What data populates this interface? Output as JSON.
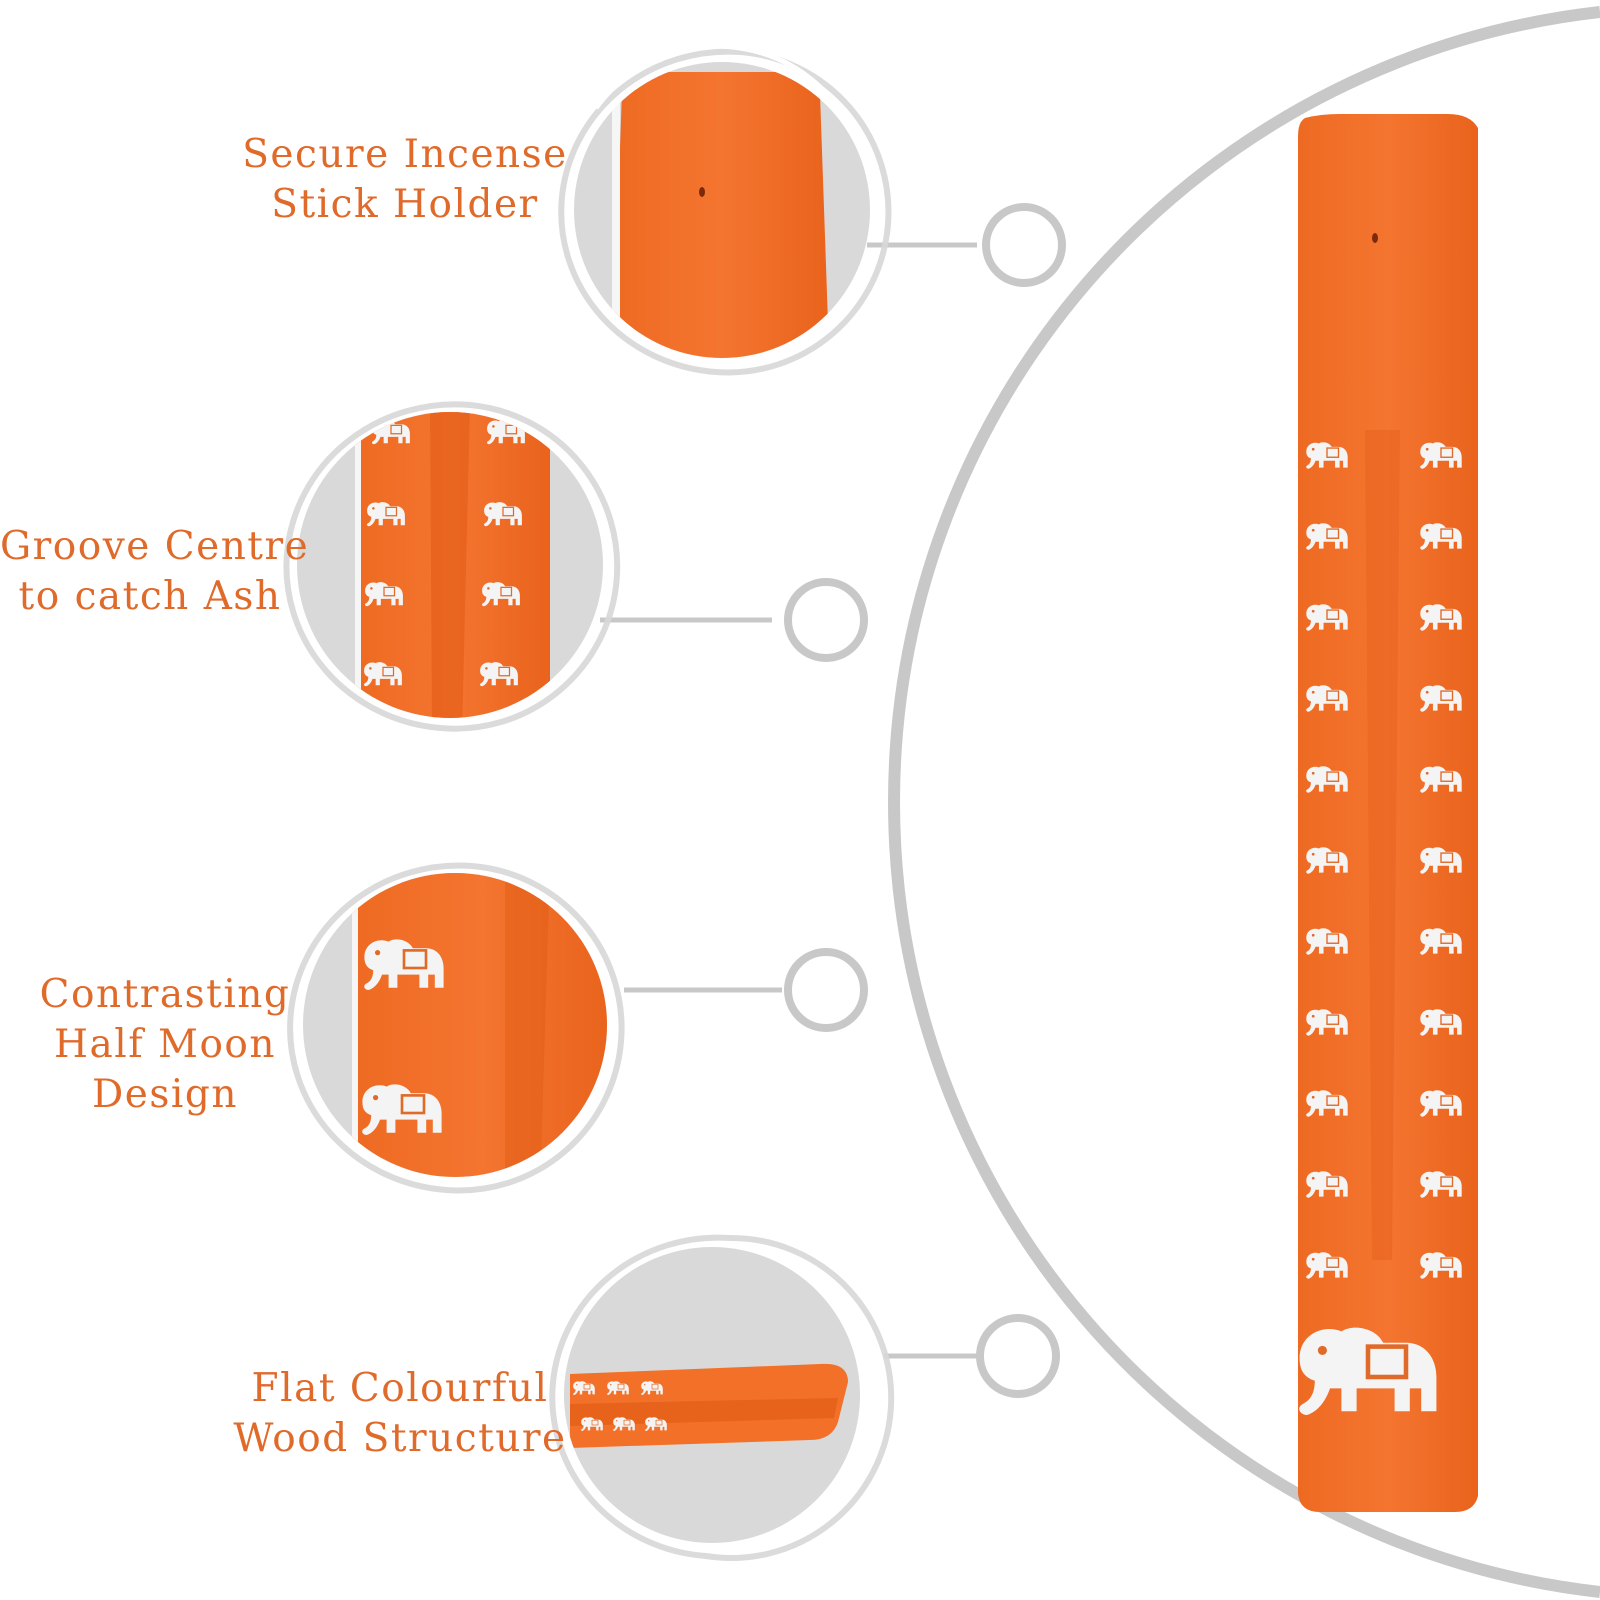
{
  "colors": {
    "accent": "#e06a2a",
    "wood": "#f26d24",
    "wood_dark": "#e05a14",
    "arc": "#c8c8c8",
    "swoosh": "#d7d7d7",
    "motif": "#f4f4f4"
  },
  "features": [
    {
      "line1": "Secure Incense",
      "line2": "Stick Holder",
      "line3": ""
    },
    {
      "line1": "Groove Centre",
      "line2": "to catch Ash",
      "line3": ""
    },
    {
      "line1": "Contrasting",
      "line2": "Half Moon",
      "line3": "Design"
    },
    {
      "line1": "Flat Colourful",
      "line2": "Wood Structure",
      "line3": ""
    }
  ],
  "icons": {
    "motif": "elephant-icon",
    "node": "circle-node-icon"
  }
}
